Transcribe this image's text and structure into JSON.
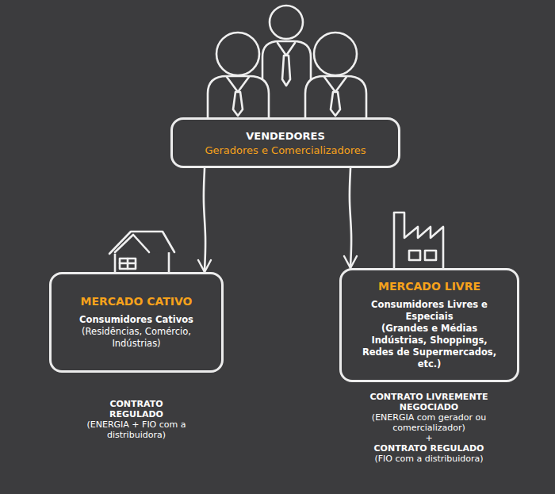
{
  "diagram": {
    "nodes": [
      {
        "text": [
          "VENDEDORES",
          "Geradores e Comercializadores"
        ]
      },
      {
        "text": [
          "MERCADO CATIVO",
          "Consumidores Cativos",
          "(Residências, Comércio, Indústrias)"
        ]
      },
      {
        "text": [
          "MERCADO LIVRE",
          "Consumidores Livres e Especiais",
          "(Grandes e Médias Indústrias, Shoppings, Redes de Supermercados, etc.)"
        ]
      }
    ],
    "edges": [
      {
        "from": 0,
        "to": 1,
        "arrow": "to"
      },
      {
        "from": 0,
        "to": 2,
        "arrow": "to"
      }
    ],
    "labels": [
      "CONTRATO REGULADO",
      "(ENERGIA + FIO com a distribuidora)",
      "CONTRATO LIVREMENTE NEGOCIADO",
      "(ENERGIA com gerador ou comercializador)",
      "+",
      "CONTRATO REGULADO",
      "(FIO com a distribuidora)"
    ]
  }
}
